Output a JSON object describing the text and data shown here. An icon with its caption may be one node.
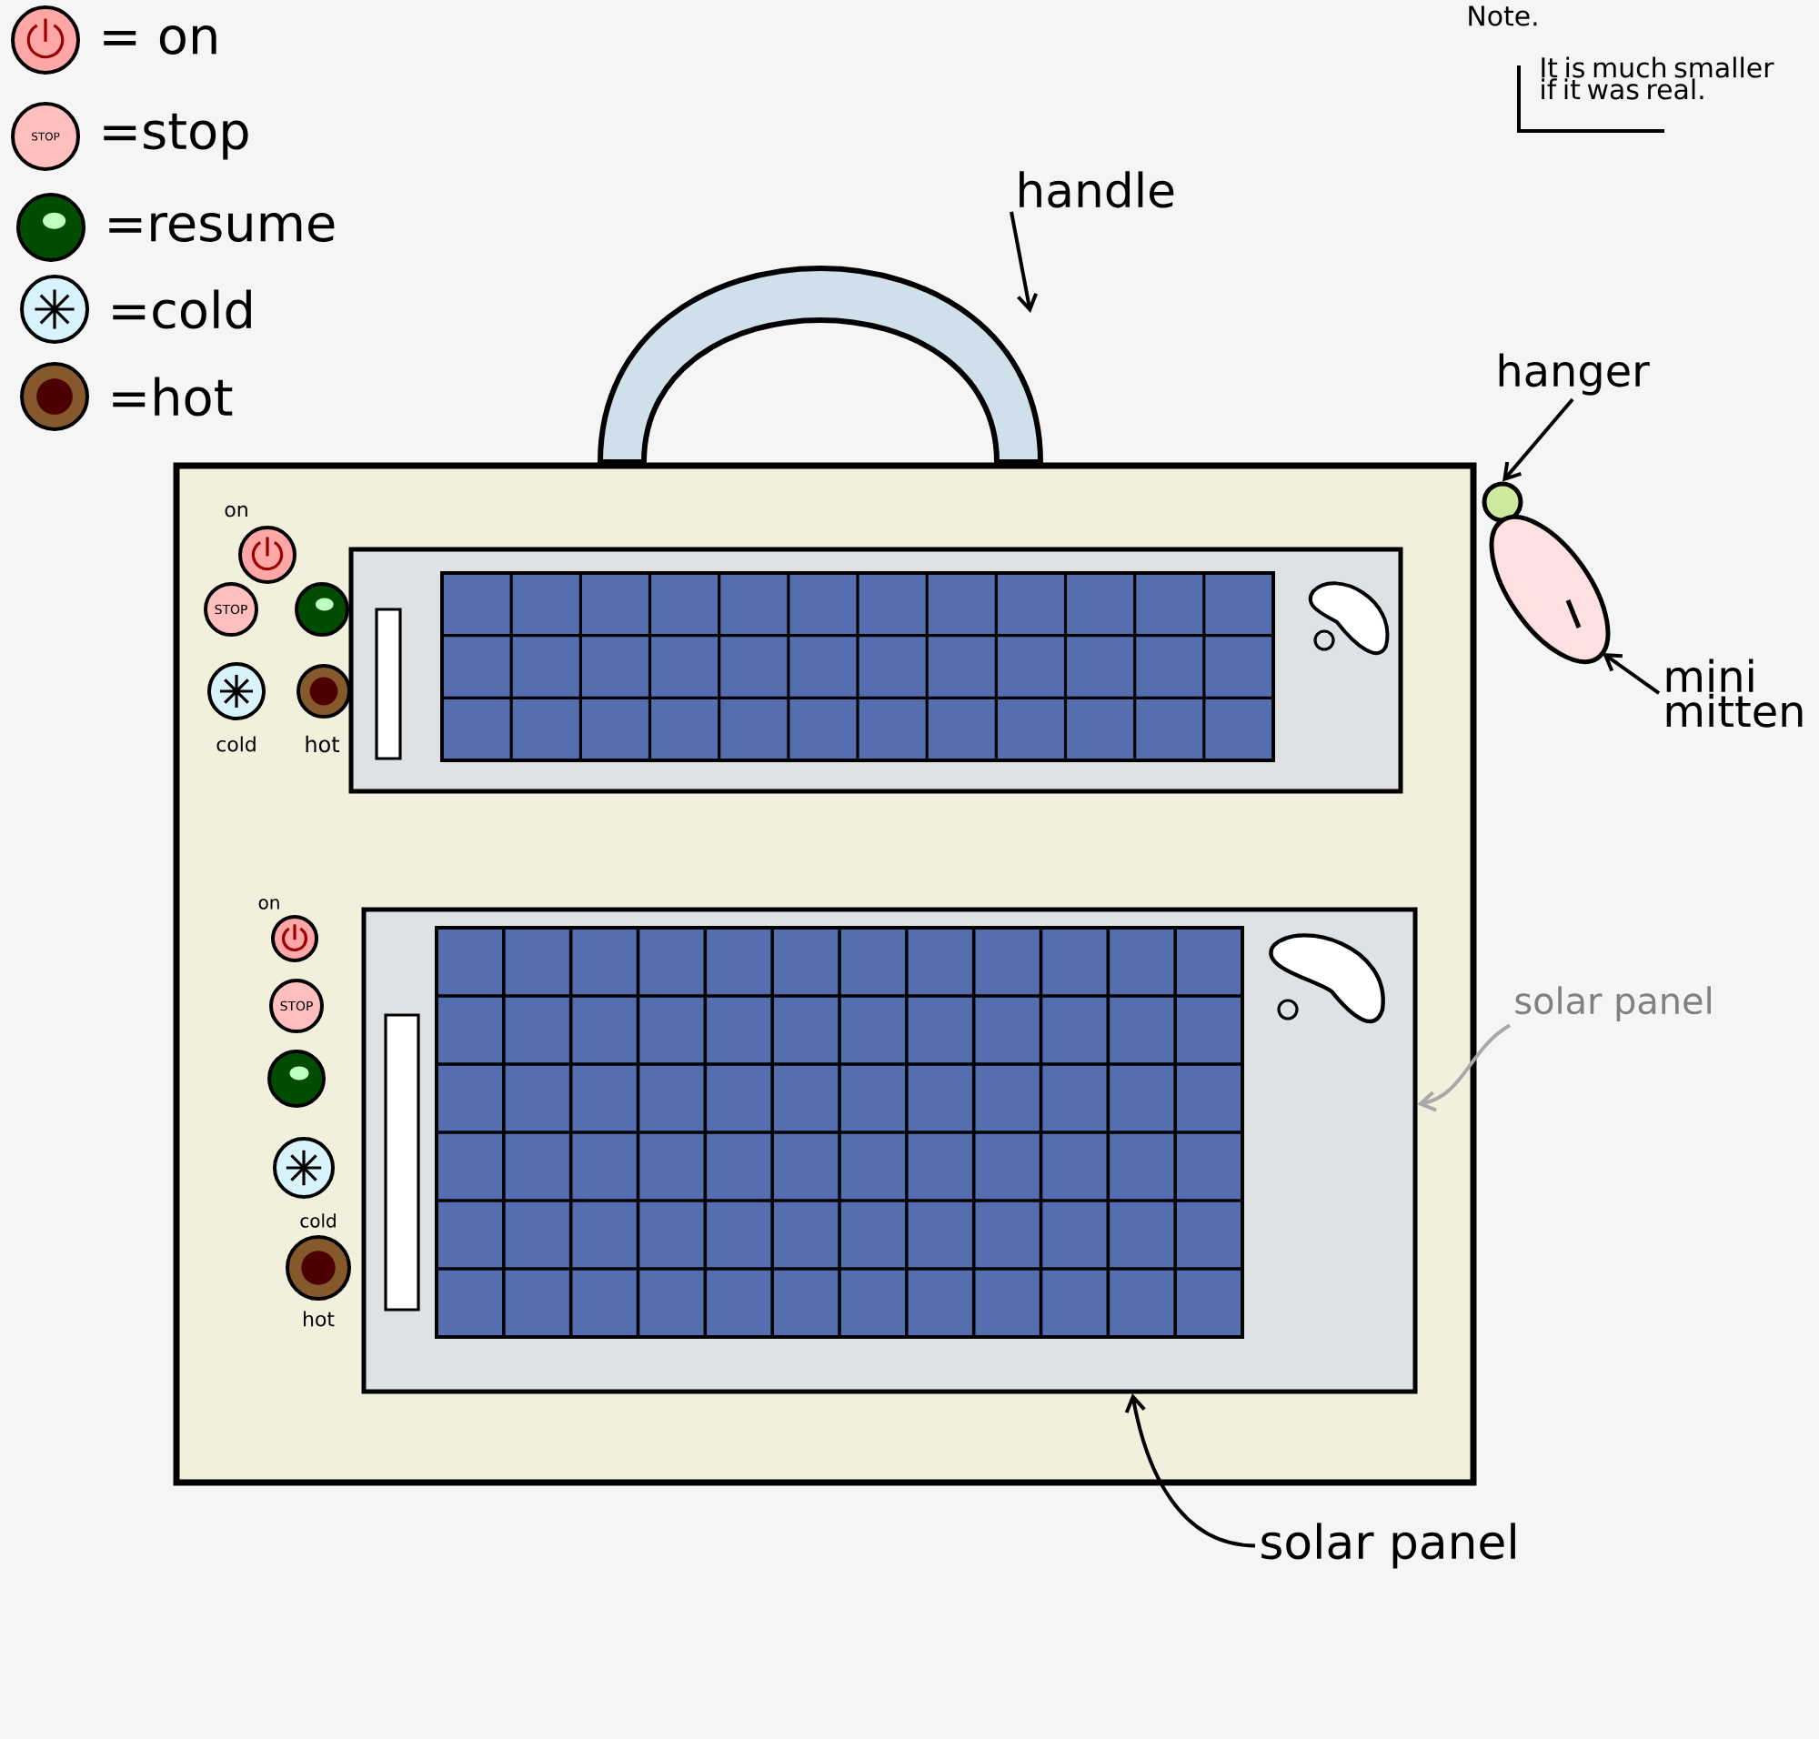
{
  "diagram": {
    "nodes": [
      {
        "text": [
          "handle"
        ]
      },
      {
        "text": [],
        "shape": "picture"
      },
      {
        "text": [
          "hanger"
        ]
      },
      {
        "text": [],
        "shape": "circle"
      },
      {
        "text": [
          "mini mitten"
        ]
      },
      {
        "text": [],
        "shape": "picture"
      },
      {
        "text": [
          "solar panel"
        ]
      },
      {
        "text": [],
        "shape": "picture"
      },
      {
        "text": [
          "solar panel"
        ]
      }
    ],
    "edges": [
      {
        "from": 0,
        "to": 1,
        "arrow": "to"
      },
      {
        "from": 2,
        "to": 3,
        "arrow": "to"
      },
      {
        "from": 4,
        "to": 5,
        "arrow": "to"
      },
      {
        "from": 6,
        "to": 7,
        "arrow": "to"
      },
      {
        "from": 8,
        "to": 7,
        "arrow": "to",
        "color": "#a8a8a8"
      }
    ],
    "labels": [
      "Note.",
      "It is much smaller if it was real.",
      "STOP",
      "on",
      "STOP",
      "cold",
      "hot",
      "on",
      "STOP",
      "cold",
      "hot"
    ],
    "legend": [
      {
        "text": "= on"
      },
      {
        "text": "=stop"
      },
      {
        "text": "=resume"
      },
      {
        "text": "=cold"
      },
      {
        "text": "=hot"
      }
    ]
  }
}
